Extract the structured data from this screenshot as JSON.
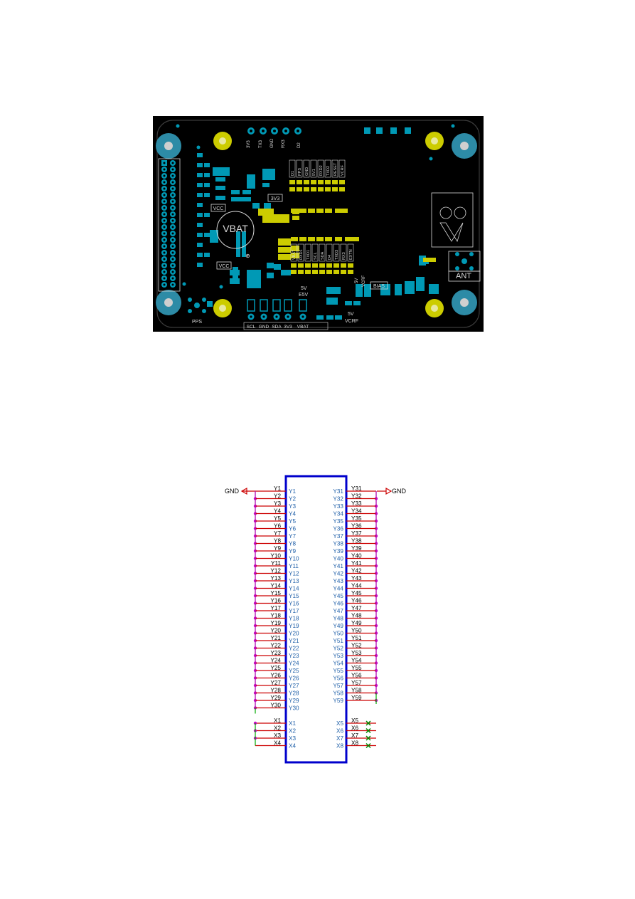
{
  "pcb": {
    "board_labels": {
      "vbat_big": "VBAT",
      "vcc_a": "VCC",
      "vcc_b": "VCC",
      "v3v3": "3V3",
      "v5v_a": "5V",
      "e5v": "E5V",
      "bias": "BIAS",
      "v5v_b": "5V",
      "vcrf": "VCRF",
      "v5v_c": "5V",
      "vcrf_b": "VCRF",
      "ant": "ANT",
      "pps": "PPS"
    },
    "top_vertical_labels": [
      "3V3",
      "TX3",
      "GND",
      "RX3",
      "D2"
    ],
    "upper_block_labels": [
      "D1",
      "PPS",
      "GND",
      "5V1",
      "RXD2",
      "TXD2",
      "RESET",
      "VCRF"
    ],
    "lower_block_labels": [
      "VBAT",
      "RXD1",
      "TXD1",
      "SCL",
      "SDA",
      "D4",
      "TXD3",
      "RX3",
      "EXTN"
    ],
    "bottom_header_labels": [
      "SCL",
      "GND",
      "SDA",
      "3V3",
      "VBAT"
    ],
    "colors": {
      "board": "#000000",
      "pad": "#0099b5",
      "mount": "#2d8ba6",
      "gold": "#cccc00",
      "silk": "#d9d9d9"
    }
  },
  "schematic": {
    "left_pins": [
      "Y1",
      "Y2",
      "Y3",
      "Y4",
      "Y5",
      "Y6",
      "Y7",
      "Y8",
      "Y9",
      "Y10",
      "Y11",
      "Y12",
      "Y13",
      "Y14",
      "Y15",
      "Y16",
      "Y17",
      "Y18",
      "Y19",
      "Y20",
      "Y21",
      "Y22",
      "Y23",
      "Y24",
      "Y25",
      "Y26",
      "Y27",
      "Y28",
      "Y29",
      "Y30"
    ],
    "left_x_pins": [
      "X1",
      "X2",
      "X3",
      "X4"
    ],
    "right_pins": [
      "Y31",
      "Y32",
      "Y33",
      "Y34",
      "Y35",
      "Y36",
      "Y37",
      "Y38",
      "Y39",
      "Y40",
      "Y41",
      "Y42",
      "Y43",
      "Y44",
      "Y45",
      "Y46",
      "Y47",
      "Y48",
      "Y49",
      "Y50",
      "Y51",
      "Y52",
      "Y53",
      "Y54",
      "Y55",
      "Y56",
      "Y57",
      "Y58",
      "Y59"
    ],
    "right_x_pins": [
      "X5",
      "X6",
      "X7",
      "X8"
    ],
    "gnd_left": "GND",
    "gnd_right": "GND",
    "colors": {
      "box": "#0000cc",
      "pin_label": "#1f5fa8",
      "wire": "#cc0000",
      "junction": "#cc00cc",
      "net": "#00aa00",
      "nc": "#008800"
    }
  }
}
